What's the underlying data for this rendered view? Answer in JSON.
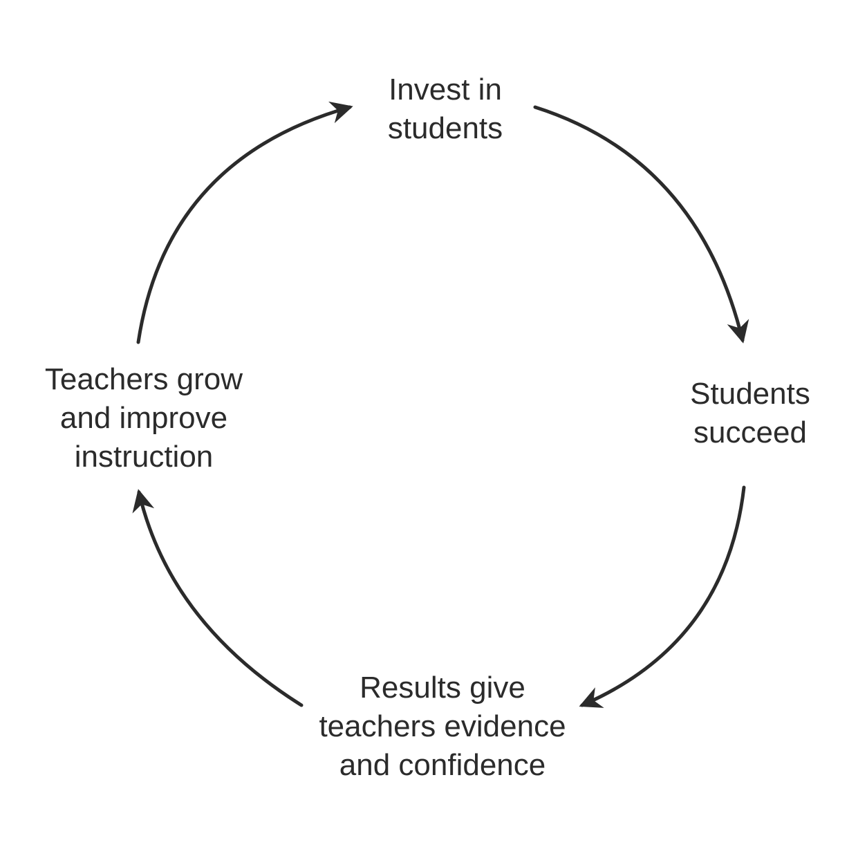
{
  "diagram": {
    "colors": {
      "ink": "#2b2b2b",
      "background": "#ffffff"
    },
    "nodes": [
      {
        "id": "invest",
        "lines": [
          "Invest in",
          "students"
        ]
      },
      {
        "id": "succeed",
        "lines": [
          "Students",
          "succeed"
        ]
      },
      {
        "id": "results",
        "lines": [
          "Results give",
          "teachers evidence",
          "and confidence"
        ]
      },
      {
        "id": "teachers",
        "lines": [
          "Teachers grow",
          "and improve",
          "instruction"
        ]
      }
    ],
    "edges": [
      {
        "from": "invest",
        "to": "succeed"
      },
      {
        "from": "succeed",
        "to": "results"
      },
      {
        "from": "results",
        "to": "teachers"
      },
      {
        "from": "teachers",
        "to": "invest"
      }
    ]
  }
}
